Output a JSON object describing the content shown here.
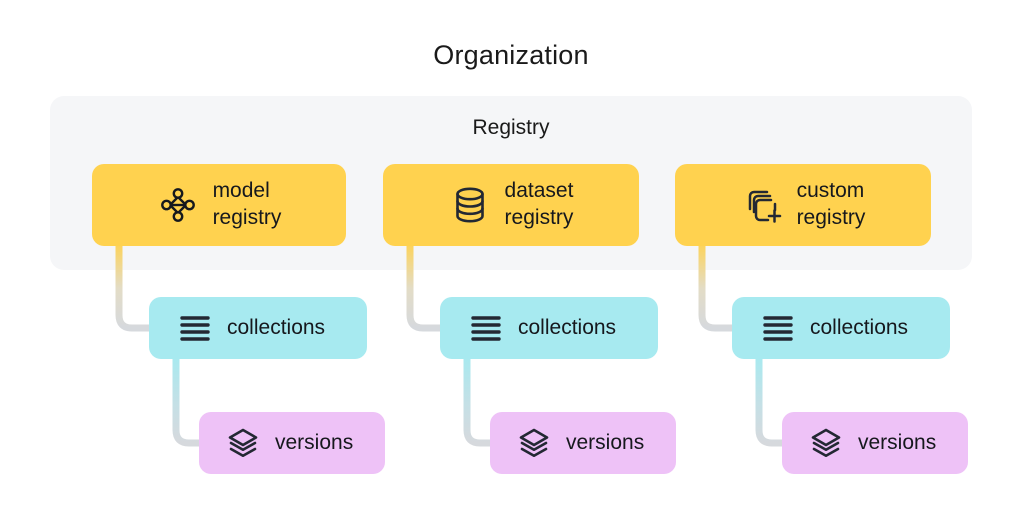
{
  "diagram": {
    "title": "Organization",
    "group": {
      "label": "Registry",
      "background": "#f5f6f8"
    },
    "colors": {
      "registry": "#ffd24f",
      "collections": "#a7eaf0",
      "versions": "#eec2f7",
      "text": "#16181d",
      "connector_gray": "#d6d9dd",
      "canvas": "#ffffff"
    },
    "columns": [
      {
        "id": "model",
        "registry": {
          "label": "model\nregistry",
          "icon": "node-graph-icon"
        },
        "collections": {
          "label": "collections",
          "icon": "list-lines-icon"
        },
        "versions": {
          "label": "versions",
          "icon": "layers-icon"
        }
      },
      {
        "id": "dataset",
        "registry": {
          "label": "dataset\nregistry",
          "icon": "database-cylinder-icon"
        },
        "collections": {
          "label": "collections",
          "icon": "list-lines-icon"
        },
        "versions": {
          "label": "versions",
          "icon": "layers-icon"
        }
      },
      {
        "id": "custom",
        "registry": {
          "label": "custom\nregistry",
          "icon": "stacked-squares-plus-icon"
        },
        "collections": {
          "label": "collections",
          "icon": "list-lines-icon"
        },
        "versions": {
          "label": "versions",
          "icon": "layers-icon"
        }
      }
    ]
  }
}
